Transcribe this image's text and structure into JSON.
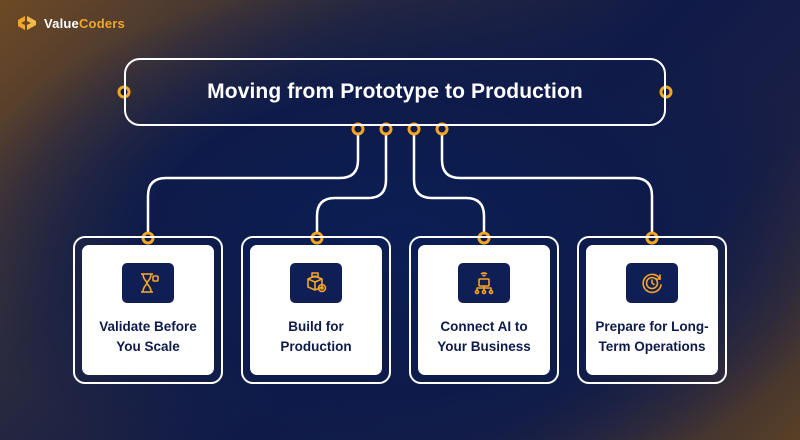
{
  "brand": {
    "name_part1": "Value",
    "name_part2": "Coders",
    "accent": "#f5a623"
  },
  "title": "Moving from Prototype to Production",
  "cards": [
    {
      "line1": "Validate Before",
      "line2": "You Scale",
      "icon": "hourglass-icon"
    },
    {
      "line1": "Build for",
      "line2": "Production",
      "icon": "package-gear-icon"
    },
    {
      "line1": "Connect AI to",
      "line2": "Your Business",
      "icon": "network-icon"
    },
    {
      "line1": "Prepare for Long-",
      "line2": "Term Operations",
      "icon": "clock-cycle-icon"
    }
  ],
  "colors": {
    "background": "#0e1b4a",
    "dot": "#f5a623",
    "line": "#ffffff",
    "card_text": "#0e1b4a"
  }
}
